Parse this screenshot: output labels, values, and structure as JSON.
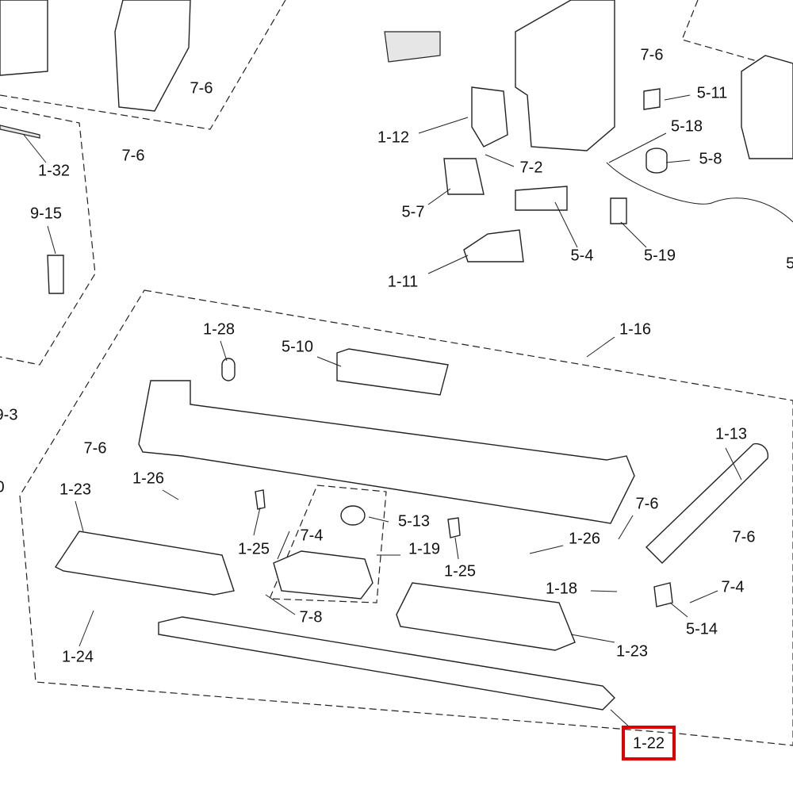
{
  "diagram": {
    "highlight_color": "#e00000",
    "highlighted_part": "1-22",
    "labels": [
      "7-6",
      "7-6",
      "1-32",
      "9-15",
      "9-3",
      "0",
      "7-6",
      "5-11",
      "1-12",
      "5-18",
      "5-8",
      "7-2",
      "5-7",
      "5-4",
      "5-19",
      "5-",
      "1-11",
      "1-28",
      "5-10",
      "1-16",
      "1-13",
      "7-6",
      "1-26",
      "1-23",
      "7-6",
      "5-13",
      "7-4",
      "1-26",
      "7-6",
      "1-25",
      "1-19",
      "1-25",
      "7-4",
      "1-18",
      "7-8",
      "5-14",
      "1-23",
      "1-24",
      "1-22"
    ]
  }
}
